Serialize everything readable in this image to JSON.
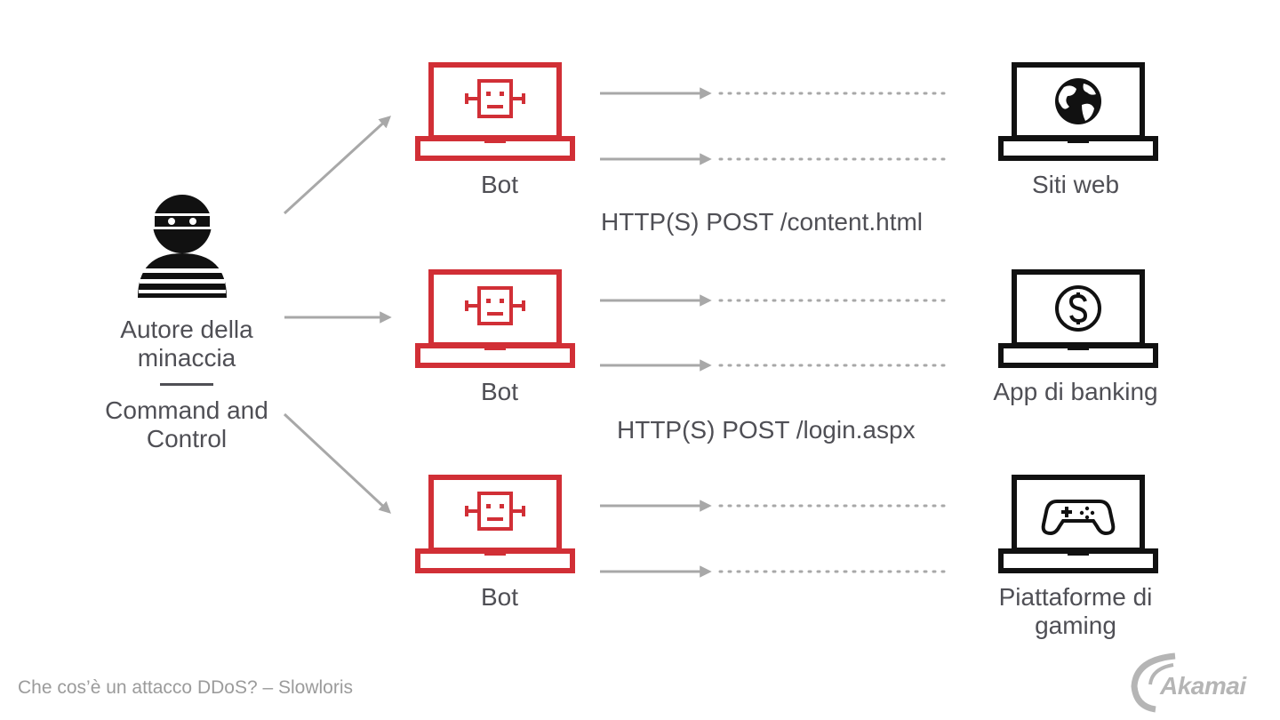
{
  "actor": {
    "line1": "Autore della",
    "line2": "minaccia",
    "line3": "Command and",
    "line4": "Control",
    "icon": "hacker-icon"
  },
  "bots": [
    {
      "label": "Bot",
      "icon": "robot-icon"
    },
    {
      "label": "Bot",
      "icon": "robot-icon"
    },
    {
      "label": "Bot",
      "icon": "robot-icon"
    }
  ],
  "requests": [
    {
      "label": "HTTP(S) POST /content.html"
    },
    {
      "label": "HTTP(S) POST /login.aspx"
    }
  ],
  "targets": [
    {
      "label": "Siti web",
      "icon": "globe-icon"
    },
    {
      "label": "App di banking",
      "icon": "dollar-icon"
    },
    {
      "line1": "Piattaforme di",
      "line2": "gaming",
      "icon": "gamepad-icon"
    }
  ],
  "footer": {
    "caption": "Che cos’è un attacco DDoS? – Slowloris"
  },
  "logo": {
    "text": "Akamai"
  },
  "colors": {
    "bot": "#d12f36",
    "target": "#111111",
    "arrow": "#a8a8a8",
    "text": "#4f4f55"
  }
}
